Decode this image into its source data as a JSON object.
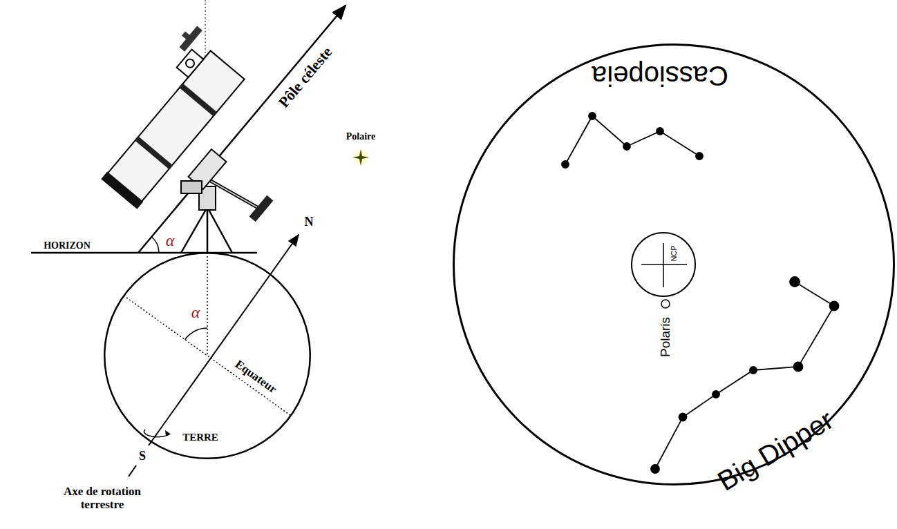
{
  "diagram": {
    "nodes": [
      {
        "text": [
          "α",
          "Equateur",
          "TERRE"
        ]
      },
      {
        "text": [
          "Cassiopeia",
          "Big Dipper"
        ]
      },
      {
        "text": [
          "NCP",
          "Polaris"
        ],
        "in": 1
      }
    ],
    "labels": [
      "Pôle céleste",
      "Polaire",
      "HORIZON",
      "α",
      "N",
      "S",
      "Axe de rotation terrestre"
    ]
  }
}
